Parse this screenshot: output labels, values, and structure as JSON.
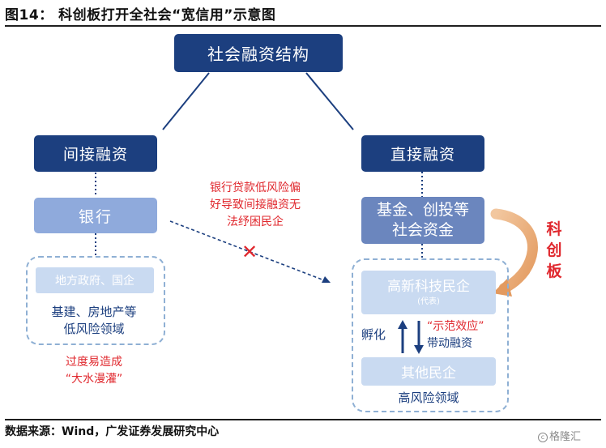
{
  "header": {
    "title": "图14：  科创板打开全社会“宽信用”示意图"
  },
  "nodes": {
    "top": "社会融资结构",
    "indirect": "间接融资",
    "direct": "直接融资",
    "bank": "银行",
    "fund_line1": "基金、创投等",
    "fund_line2": "社会资金",
    "local_gov": "地方政府、国企",
    "hitech": "高新科技民企",
    "hitech_sub": "(代表)",
    "other": "其他民企"
  },
  "texts": {
    "infra_line1": "基建、房地产等",
    "infra_line2": "低风险领域",
    "flood_line1": "过度易造成",
    "flood_line2": "“大水漫灌”",
    "bank_note_line1": "银行贷款低风险偏",
    "bank_note_line2": "好导致间接融资无",
    "bank_note_line3": "法纾困民企",
    "incubate": "孵化",
    "demo_line1": "“示范效应”",
    "demo_line2": "带动融资",
    "high_risk": "高风险领域",
    "star_1": "科",
    "star_2": "创",
    "star_3": "板",
    "blocked_mark": "✕"
  },
  "footer": {
    "source": "数据来源：Wind，广发证券发展研究中心"
  },
  "watermark": {
    "icon": "c",
    "text": "格隆汇"
  },
  "colors": {
    "navy": "#1c3f7f",
    "slate": "#6b86be",
    "light_blue": "#8faadc",
    "sky": "#c9daf1",
    "red": "#e0282e",
    "orange": "#e8a877",
    "dashed": "#8fb0d4"
  }
}
